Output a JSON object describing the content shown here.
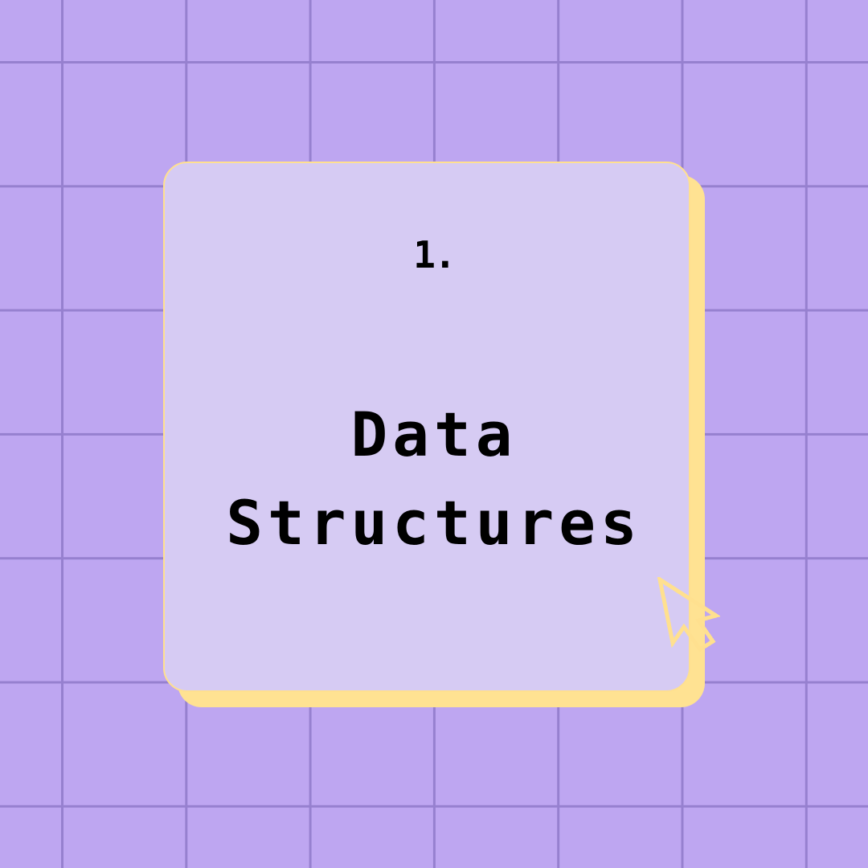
{
  "slide": {
    "number": "1.",
    "title_line_1": "Data",
    "title_line_2": "Structures"
  },
  "icons": {
    "cursor": "pointer-arrow-icon"
  },
  "colors": {
    "background": "#BEA6F1",
    "grid_lines": "#9680CF",
    "card": "#D6CBF3",
    "card_shadow": "#FFE292",
    "text": "#000000"
  }
}
